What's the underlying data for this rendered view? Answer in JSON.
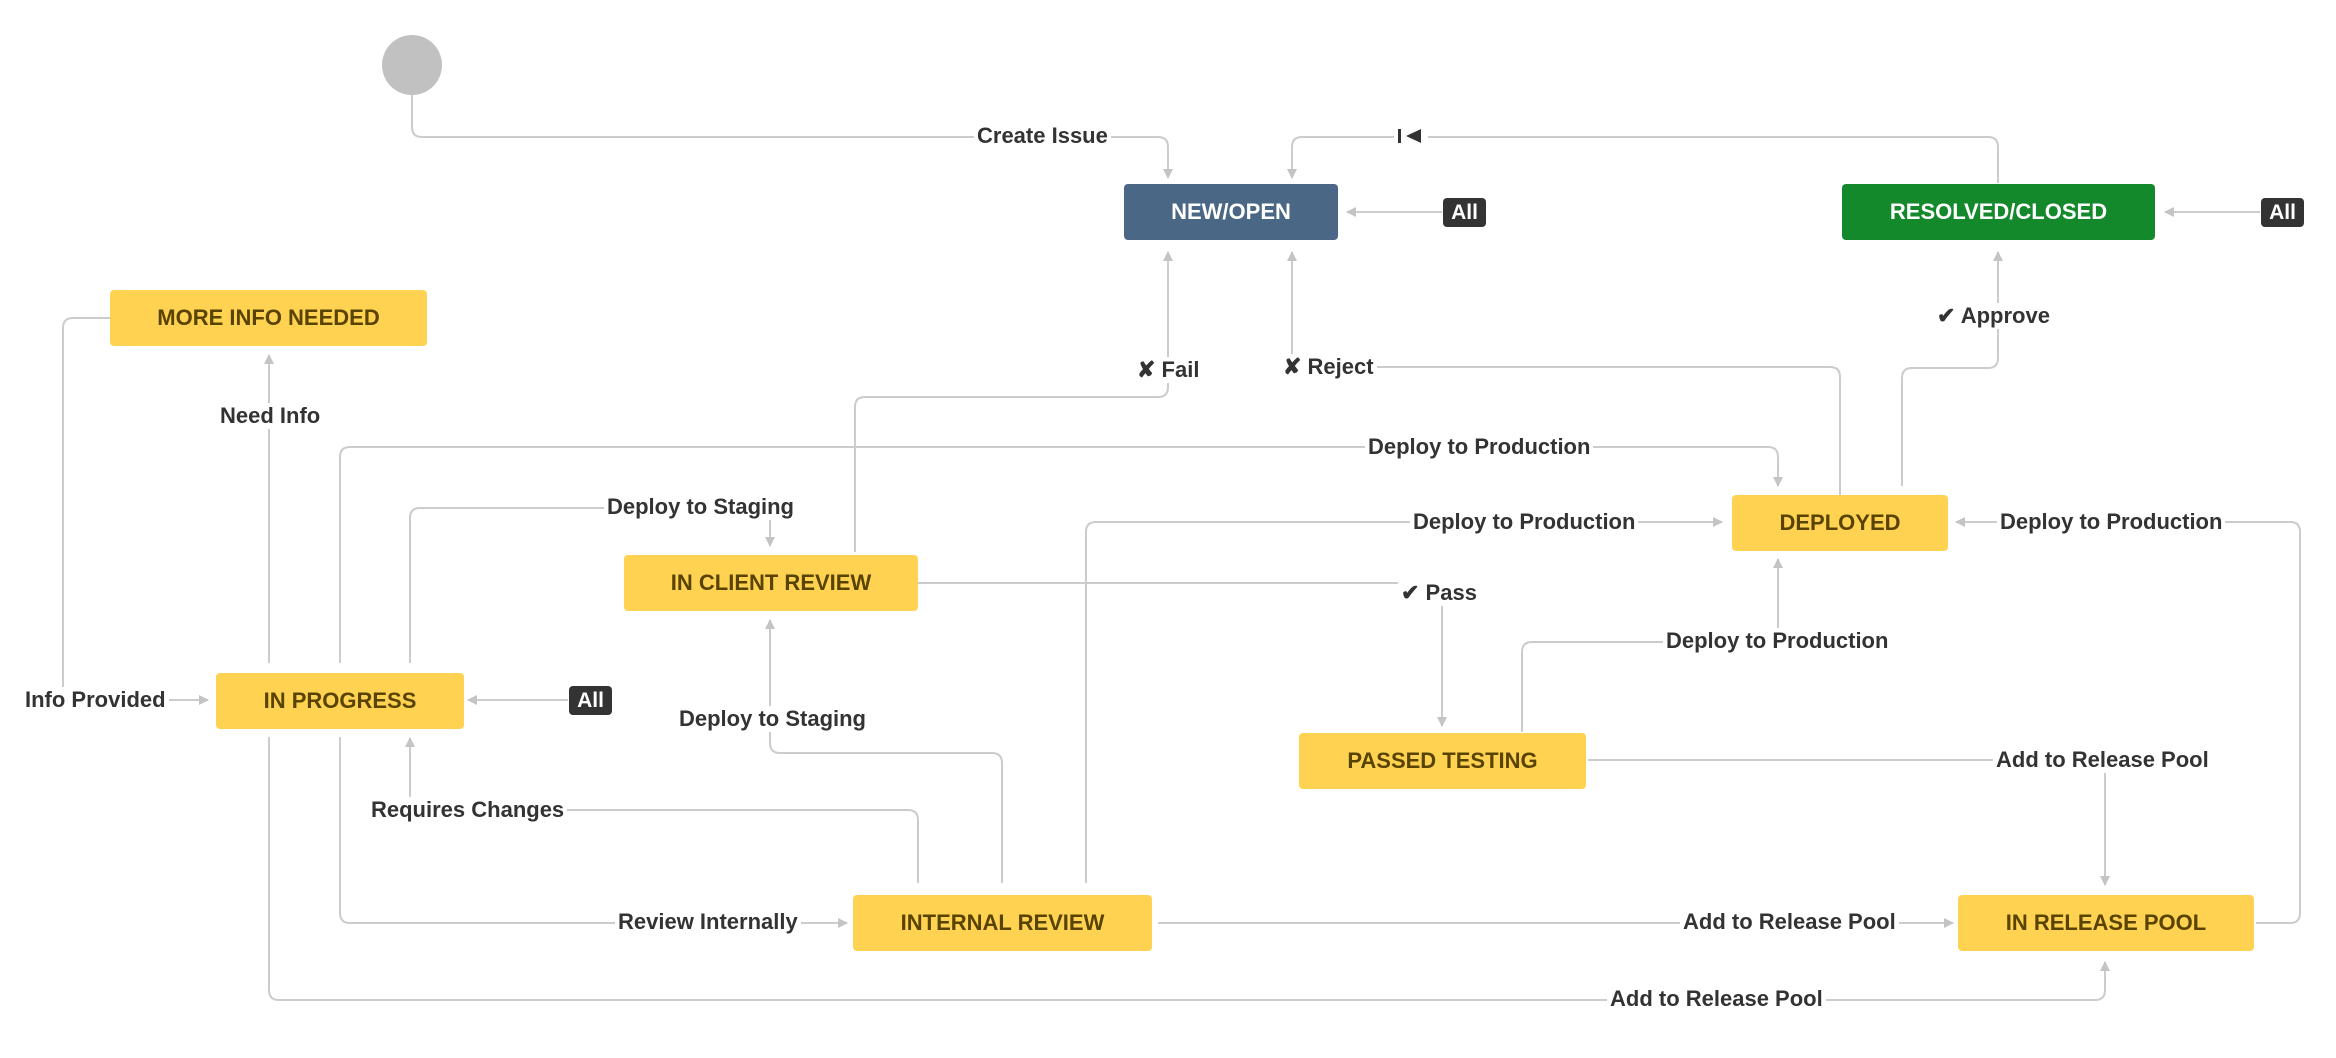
{
  "statuses": {
    "new_open": "NEW/OPEN",
    "resolved_closed": "RESOLVED/CLOSED",
    "more_info_needed": "MORE INFO NEEDED",
    "in_progress": "IN PROGRESS",
    "in_client_review": "IN CLIENT REVIEW",
    "internal_review": "INTERNAL REVIEW",
    "deployed": "DEPLOYED",
    "passed_testing": "PASSED TESTING",
    "in_release_pool": "IN RELEASE POOL"
  },
  "transitions": {
    "create_issue": "Create Issue",
    "fail": "✘ Fail",
    "reject": "✘ Reject",
    "approve": "✔ Approve",
    "need_info": "Need Info",
    "info_provided": "Info Provided",
    "deploy_to_production_top": "Deploy to Production",
    "deploy_to_staging_top": "Deploy to Staging",
    "deploy_to_production_mid": "Deploy to Production",
    "deploy_to_production_right": "Deploy to Production",
    "pass": "✔ Pass",
    "deploy_to_production_passed": "Deploy to Production",
    "deploy_to_staging_bottom": "Deploy to Staging",
    "requires_changes": "Requires Changes",
    "add_to_release_pool_passed": "Add to Release Pool",
    "review_internally": "Review Internally",
    "add_to_release_pool_internal": "Add to Release Pool",
    "add_to_release_pool_bottom": "Add to Release Pool"
  },
  "badges": {
    "all": "All"
  },
  "colors": {
    "in_progress_category": "#FFD351",
    "in_progress_text": "#594300",
    "todo_category": "#4A6785",
    "done_category": "#14892C",
    "connector": "#cccccc",
    "start_node": "#c1c1c1"
  },
  "icons": {
    "loop_back": "loop-back-icon"
  }
}
